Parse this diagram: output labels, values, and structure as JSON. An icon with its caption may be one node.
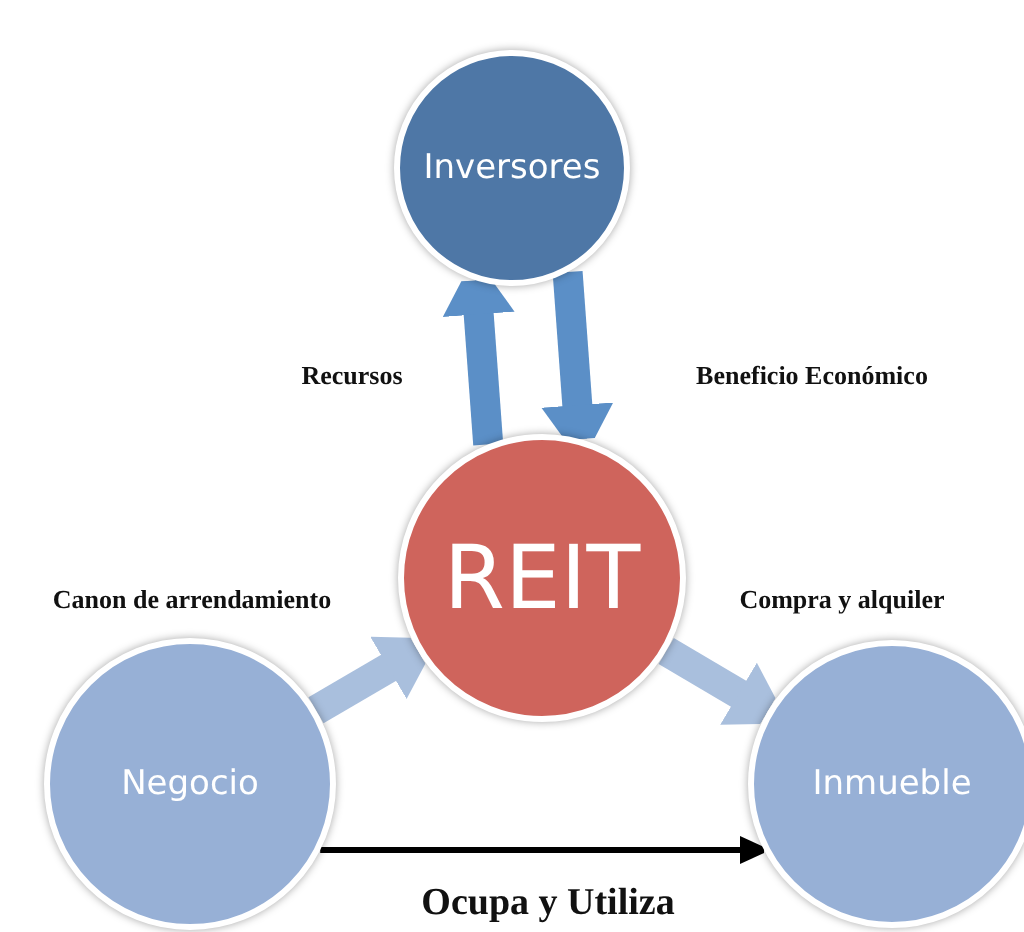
{
  "diagram": {
    "nodes": [
      {
        "text": [
          "Inversores"
        ]
      },
      {
        "text": [
          "REIT"
        ]
      },
      {
        "text": [
          "Negocio"
        ]
      },
      {
        "text": [
          "Inmueble"
        ]
      }
    ],
    "edges": [
      {
        "from": 1,
        "to": 0,
        "arrow": "to",
        "label": "Recursos",
        "color": "#5b8fc7"
      },
      {
        "from": 0,
        "to": 1,
        "arrow": "to",
        "label": "Beneficio Económico",
        "color": "#5b8fc7"
      },
      {
        "from": 2,
        "to": 1,
        "arrow": "to",
        "label": "Canon de arrendamiento",
        "color": "#a9bfdd"
      },
      {
        "from": 1,
        "to": 3,
        "arrow": "to",
        "label": "Compra y alquiler",
        "color": "#a9bfdd"
      },
      {
        "from": 2,
        "to": 3,
        "arrow": "to",
        "label": "Ocupa y Utiliza",
        "color": "#000000"
      }
    ]
  }
}
